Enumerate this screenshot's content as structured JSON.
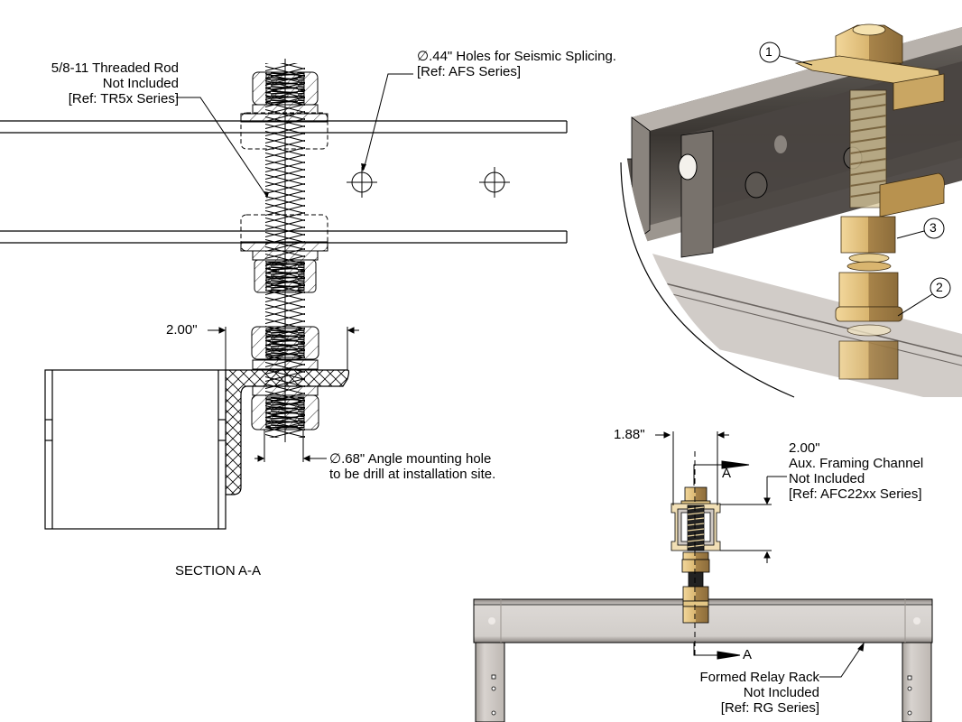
{
  "section_view": {
    "title": "SECTION A-A",
    "rod_callout": {
      "line1": "5/8-11 Threaded Rod",
      "line2": "Not Included",
      "line3": "[Ref: TR5x Series]"
    },
    "holes_callout": {
      "line1": "∅.44\" Holes for Seismic Splicing.",
      "line2": "[Ref: AFS Series]"
    },
    "dimension_width": "2.00\"",
    "angle_hole_callout": {
      "line1": "∅.68\" Angle mounting hole",
      "line2": "to be drill at installation site."
    }
  },
  "detail_view": {
    "balloons": [
      "1",
      "2",
      "3"
    ]
  },
  "front_view": {
    "dimension_width": "1.88\"",
    "section_marker_top": "A",
    "section_marker_bottom": "A",
    "channel_callout": {
      "line1": "2.00\"",
      "line2": "Aux. Framing Channel",
      "line3": "Not Included",
      "line4": "[Ref: AFC22xx Series]"
    },
    "rack_callout": {
      "line1": "Formed Relay Rack",
      "line2": "Not Included",
      "line3": "[Ref: RG Series]"
    }
  },
  "colors": {
    "line": "#000000",
    "brass_light": "#e8c98a",
    "brass_dark": "#9a7a45",
    "steel_dark": "#4a4642",
    "steel_light": "#c8c2bc",
    "rack_fill": "#d6d2cf"
  }
}
